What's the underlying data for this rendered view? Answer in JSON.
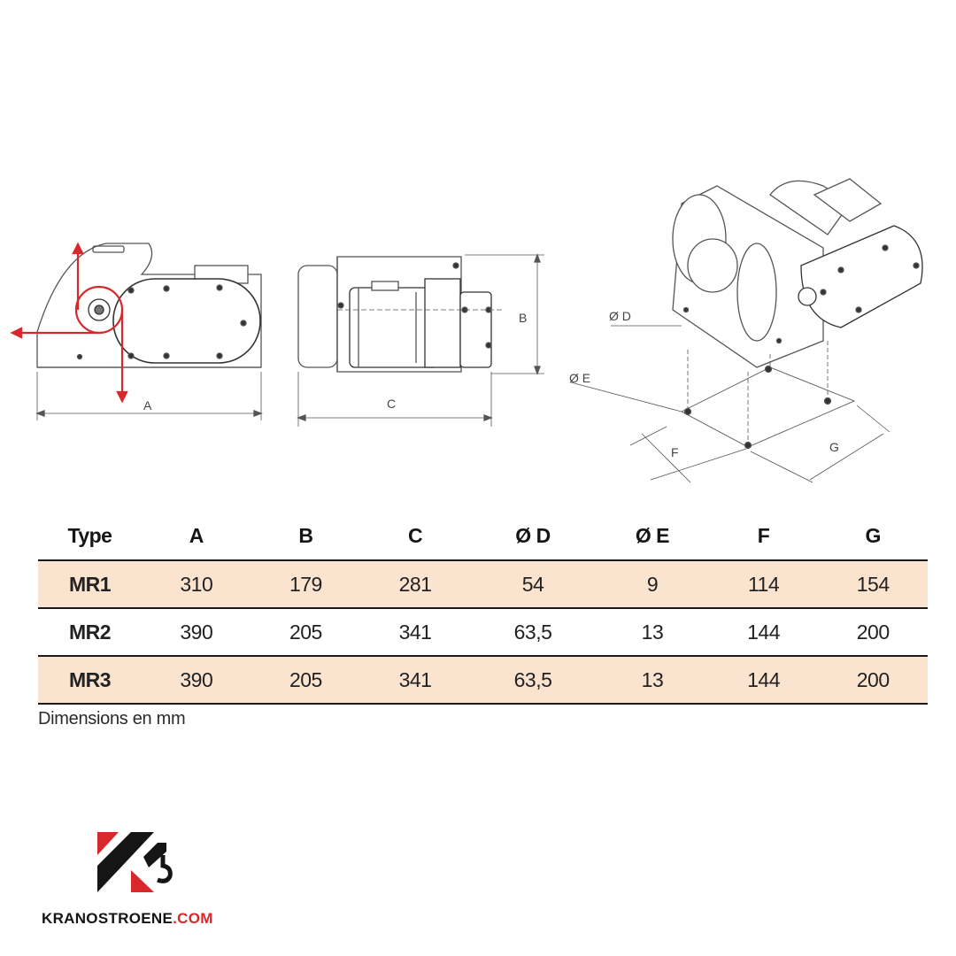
{
  "drawing_labels": {
    "side": {
      "A": "A"
    },
    "front": {
      "B": "B",
      "C": "C"
    },
    "iso": {
      "D": "Ø D",
      "E": "Ø E",
      "F": "F",
      "G": "G"
    }
  },
  "table": {
    "headers": [
      "Type",
      "A",
      "B",
      "C",
      "Ø D",
      "Ø E",
      "F",
      "G"
    ],
    "rows": [
      [
        "MR1",
        "310",
        "179",
        "281",
        "54",
        "9",
        "114",
        "154"
      ],
      [
        "MR2",
        "390",
        "205",
        "341",
        "63,5",
        "13",
        "144",
        "200"
      ],
      [
        "MR3",
        "390",
        "205",
        "341",
        "63,5",
        "13",
        "144",
        "200"
      ]
    ],
    "row_fill": "#fbe4cf"
  },
  "footnote": "Dimensions en mm",
  "brand": {
    "name": "KRANOSTROENE",
    "suffix": ".COM",
    "accent_color": "#d8282c"
  },
  "colors": {
    "cable": "#d8282c",
    "line": "#555555"
  }
}
